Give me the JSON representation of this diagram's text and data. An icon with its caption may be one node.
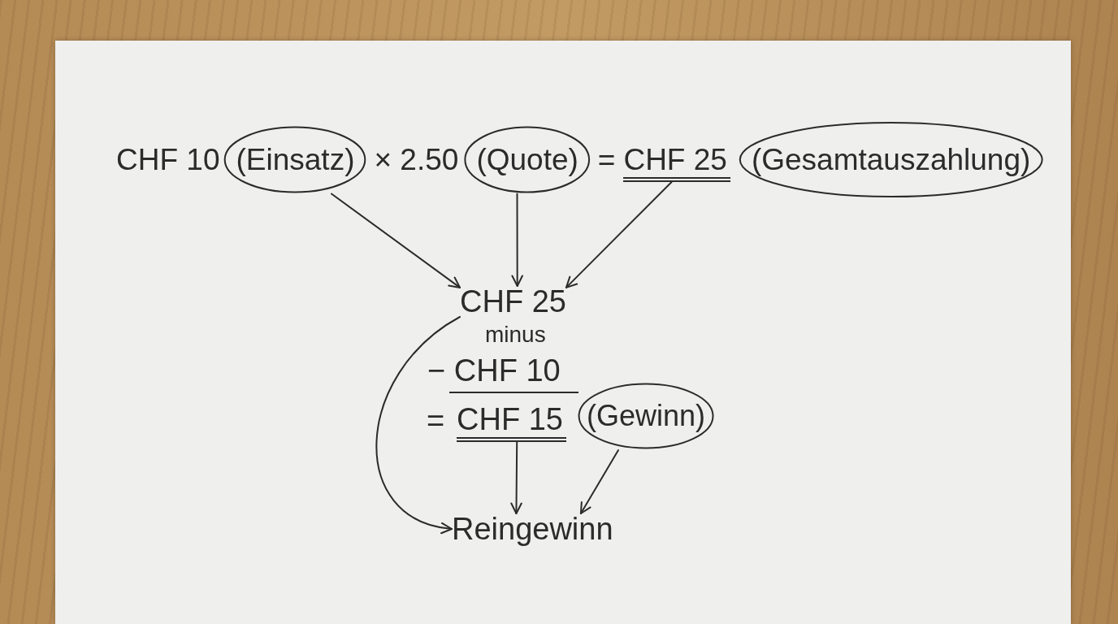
{
  "diagram": {
    "nodes": [
      {
        "text": [
          "(Einsatz)"
        ]
      },
      {
        "text": [
          "(Quote)"
        ]
      },
      {
        "text": [
          "CHF 25"
        ]
      },
      {
        "text": [
          "(Gesamtauszahlung)"
        ]
      },
      {
        "text": [
          "CHF 25"
        ]
      },
      {
        "text": [
          "CHF 15"
        ]
      },
      {
        "text": [
          "(Gewinn)"
        ]
      },
      {
        "text": [
          "Reingewinn"
        ]
      }
    ],
    "edges": [
      {
        "from": 0,
        "to": 4,
        "arrow": "to"
      },
      {
        "from": 1,
        "to": 4,
        "arrow": "to"
      },
      {
        "from": 2,
        "to": 4,
        "arrow": "to"
      },
      {
        "from": 4,
        "to": 7,
        "arrow": "to"
      },
      {
        "from": 5,
        "to": 7,
        "arrow": "to"
      },
      {
        "from": 6,
        "to": 7,
        "arrow": "to"
      }
    ],
    "labels": [
      "CHF 10",
      "× 2.50",
      "=",
      "minus",
      "− CHF 10",
      "="
    ]
  }
}
